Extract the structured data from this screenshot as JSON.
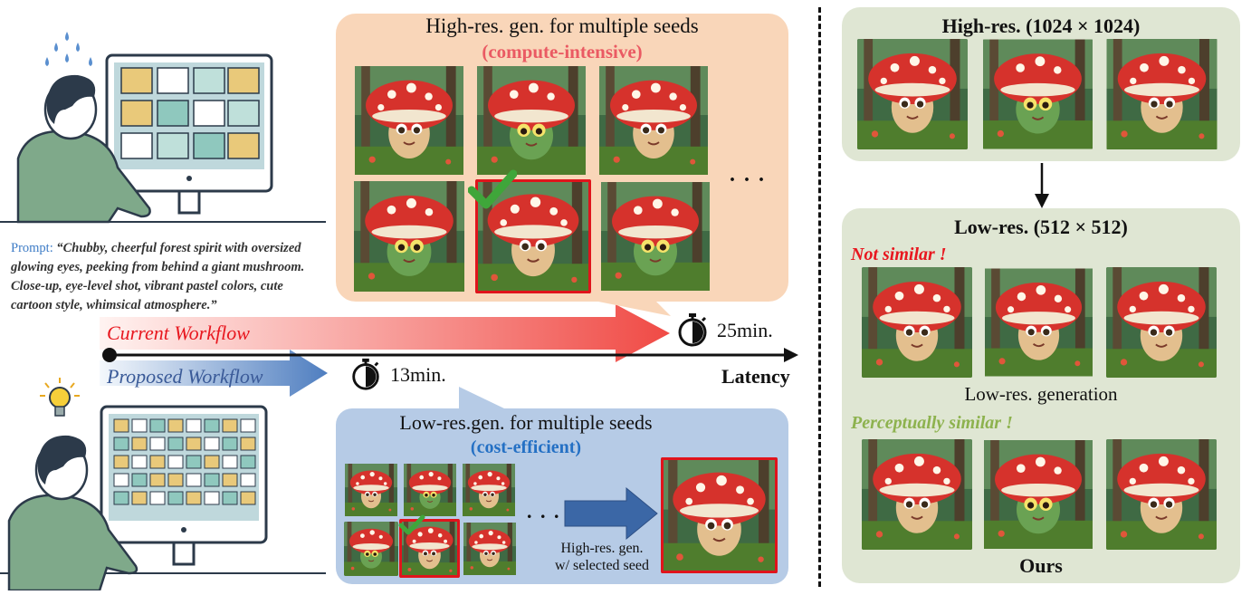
{
  "top_panel": {
    "title": "High-res. gen. for multiple seeds",
    "subtitle": "(compute-intensive)",
    "ellipsis": ". . ."
  },
  "bottom_panel": {
    "title": "Low-res.gen. for multiple seeds",
    "subtitle": "(cost-efficient)",
    "ellipsis": ". . .",
    "caption_line1": "High-res. gen.",
    "caption_line2": "w/ selected seed"
  },
  "prompt": {
    "label": "Prompt:",
    "text": "“Chubby, cheerful forest spirit with oversized glowing eyes, peeking from behind a giant mushroom. Close-up, eye-level shot, vibrant pastel colors, cute cartoon style, whimsical atmosphere.”"
  },
  "timeline": {
    "current_label": "Current Workflow",
    "current_time": "25min.",
    "proposed_label": "Proposed Workflow",
    "proposed_time": "13min.",
    "axis_label": "Latency"
  },
  "right": {
    "highres_title": "High-res. (1024 × 1024)",
    "lowres_title": "Low-res. (512 × 512)",
    "not_similar": "Not similar !",
    "lowres_caption": "Low-res. generation",
    "perceptually_similar": "Perceptually similar !",
    "ours": "Ours"
  },
  "colors": {
    "current_red": "#e8171f",
    "proposed_blue": "#3a5a98",
    "subtitle_red": "#ea5a63",
    "subtitle_blue": "#2470c4",
    "similar_green": "#8db24e",
    "selection_red": "#e0141c"
  },
  "icons": [
    "stopwatch-icon",
    "lightbulb-icon",
    "checkmark-icon",
    "sweat-drops-icon",
    "monitor-icon",
    "person-icon"
  ]
}
